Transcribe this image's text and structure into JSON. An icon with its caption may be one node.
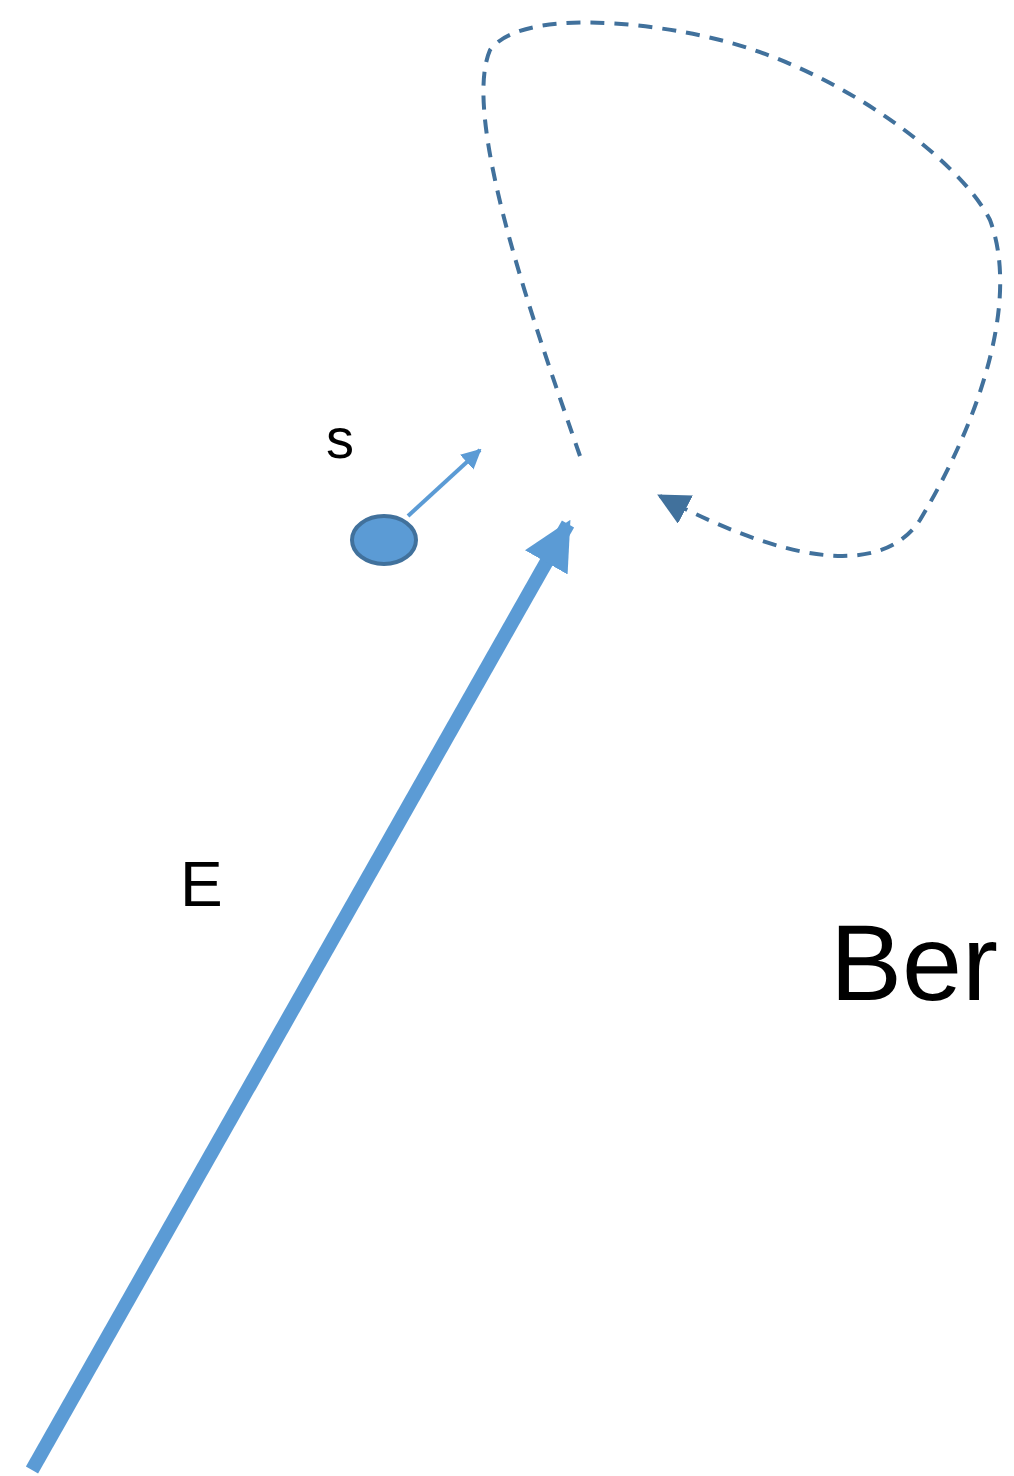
{
  "diagram": {
    "nodes": [
      {
        "text": [],
        "shape": "circle"
      }
    ],
    "labels": [
      "s",
      "E",
      "Ber"
    ]
  }
}
